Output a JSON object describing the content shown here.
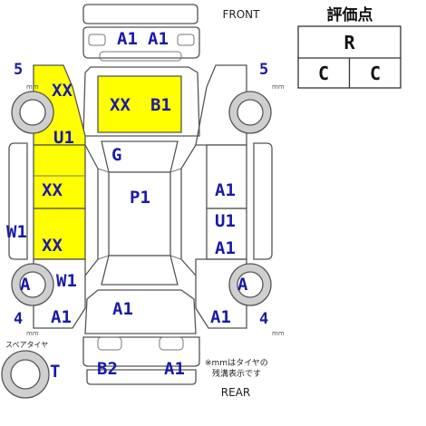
{
  "labels": {
    "front": "FRONT",
    "rear": "REAR",
    "spare_tire": "スペアタイヤ",
    "note_line1": "※mmはタイヤの",
    "note_line2": "残溝表示です"
  },
  "grade": {
    "title": "評価点",
    "overall": "R",
    "interior": "C",
    "exterior": "C"
  },
  "tires": {
    "front_left": "5",
    "front_right": "5",
    "rear_left": "4",
    "rear_right": "4",
    "unit": "mm"
  },
  "damage": {
    "front_glass_left": "A1",
    "front_glass_right": "A1",
    "hood_left": "XX",
    "hood_right": "B1",
    "left_fender_top": "XX",
    "left_fender_bottom": "U1",
    "roof_front": "G",
    "roof": "P1",
    "left_front_door": "XX",
    "left_rear_door": "XX",
    "left_pillar": "W1",
    "left_rocker": "W1",
    "right_front_door": "A1",
    "right_rear_door_top": "U1",
    "right_rear_door_bottom": "A1",
    "left_rear_wheel": "A",
    "right_rear_wheel": "A",
    "left_quarter": "A1",
    "trunk": "A1",
    "right_quarter": "A1",
    "rear_bumper_left": "B2",
    "rear_bumper_right": "A1",
    "spare_tire": "T"
  },
  "colors": {
    "highlight": "#ffff00",
    "code_text": "#1a1aa8",
    "outline": "#555555"
  }
}
